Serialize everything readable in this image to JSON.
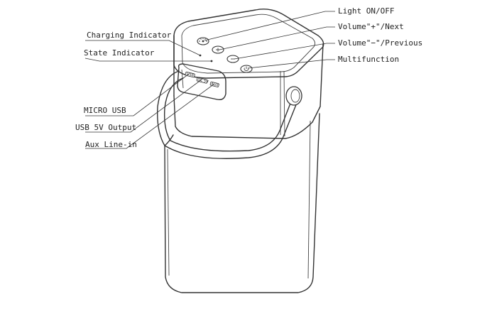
{
  "callouts": {
    "light_on_off": "Light ON/OFF",
    "volume_plus_next": "Volume\"+\"/Next",
    "volume_minus_previous": "Volume\"−\"/Previous",
    "multifunction": "Multifunction",
    "charging_indicator": "Charging Indicator",
    "state_indicator": "State Indicator",
    "micro_usb": "MICRO USB",
    "usb_5v_output": "USB 5V Output",
    "aux_line_in": "Aux Line-in"
  },
  "port_panel": {
    "port_1": "USB",
    "port_2": "DC 5V",
    "port_3": "AUX"
  },
  "icons": [
    "light-icon",
    "plus-icon",
    "minus-icon",
    "power-icon"
  ]
}
